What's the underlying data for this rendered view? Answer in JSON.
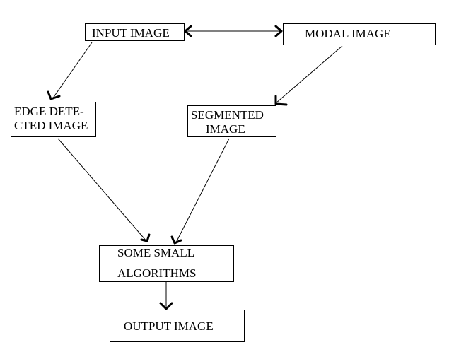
{
  "diagram": {
    "nodes": {
      "input": {
        "label": "INPUT IMAGE"
      },
      "modal": {
        "label": "MODAL IMAGE"
      },
      "edge": {
        "label_line1": "EDGE DETE-",
        "label_line2": "CTED IMAGE"
      },
      "segmented": {
        "label_line1": "SEGMENTED",
        "label_line2": "IMAGE"
      },
      "algorithms": {
        "label_line1": "SOME SMALL",
        "label_line2": "ALGORITHMS"
      },
      "output": {
        "label": "OUTPUT IMAGE"
      }
    },
    "edges": [
      {
        "from": "input",
        "to": "modal",
        "bidirectional": true
      },
      {
        "from": "input",
        "to": "edge"
      },
      {
        "from": "modal",
        "to": "segmented"
      },
      {
        "from": "edge",
        "to": "algorithms"
      },
      {
        "from": "segmented",
        "to": "algorithms"
      },
      {
        "from": "algorithms",
        "to": "output"
      }
    ],
    "stroke_color": "#000000",
    "background_color": "#ffffff"
  }
}
